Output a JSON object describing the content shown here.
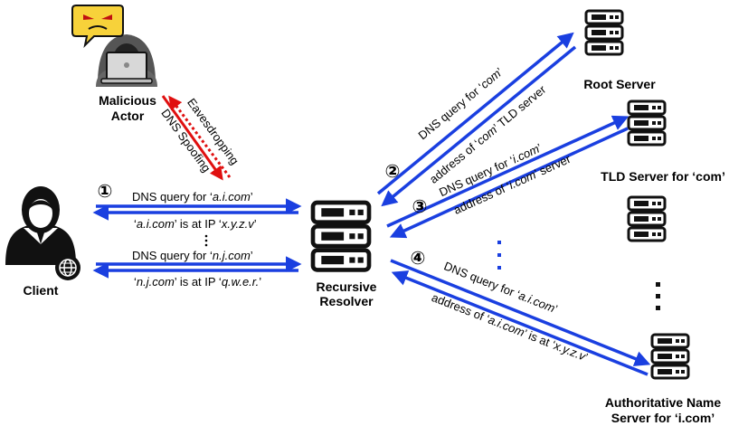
{
  "nodes": {
    "client": "Client",
    "malicious_actor": [
      "Malicious",
      "Actor"
    ],
    "recursive_resolver": [
      "Recursive",
      "Resolver"
    ],
    "root_server": "Root Server",
    "tld_server": "TLD Server for ‘com’",
    "authoritative_server": [
      "Authoritative Name",
      "Server for ‘i.com’"
    ]
  },
  "steps": [
    "①",
    "②",
    "③",
    "④"
  ],
  "client_flows": {
    "q1": {
      "pre": "DNS query for ‘",
      "name": "a.i.com",
      "post": "’"
    },
    "r1": {
      "open": "‘",
      "name": "a.i.com",
      "mid": "’ is at IP ‘",
      "ip": "x.y.z.v",
      "close": "’"
    },
    "q2": {
      "pre": "DNS query for ‘",
      "name": "n.j.com",
      "post": "’"
    },
    "r2": {
      "open": "‘",
      "name": "n.j.com",
      "mid": "’ is at IP ‘",
      "ip": "q.w.e.r.",
      "close": "’"
    }
  },
  "attack": {
    "eavesdropping": "Eavesdropping",
    "spoofing": "DNS Spoofing"
  },
  "server_flows": {
    "root_q": {
      "pre": "DNS query for ‘",
      "name": "com",
      "post": "’"
    },
    "root_r": {
      "pre": "address of ‘",
      "name": "com",
      "post": "’ TLD server"
    },
    "tld_q": {
      "pre": "DNS query for ‘",
      "name": "i.com",
      "post": "’"
    },
    "tld_r": {
      "pre": "address of ‘",
      "name": "i.com",
      "post": "’ server"
    },
    "auth_q": {
      "pre": "DNS query for ‘",
      "name": "a.i.com",
      "post": "’"
    },
    "auth_r": {
      "pre": "address of ‘",
      "name": "a.i.com",
      "mid": "’ is at ‘",
      "ip": "x.y.z.v",
      "post": "’"
    }
  },
  "colors": {
    "arrow": "#1a3fe0",
    "attack": "#e01010",
    "server_body": "#ffffff",
    "outline": "#111111",
    "hacker_face": "#f7d23a"
  },
  "icons": [
    "server-icon",
    "hacker-icon",
    "angry-face-icon",
    "laptop-icon",
    "user-icon",
    "globe-icon"
  ]
}
